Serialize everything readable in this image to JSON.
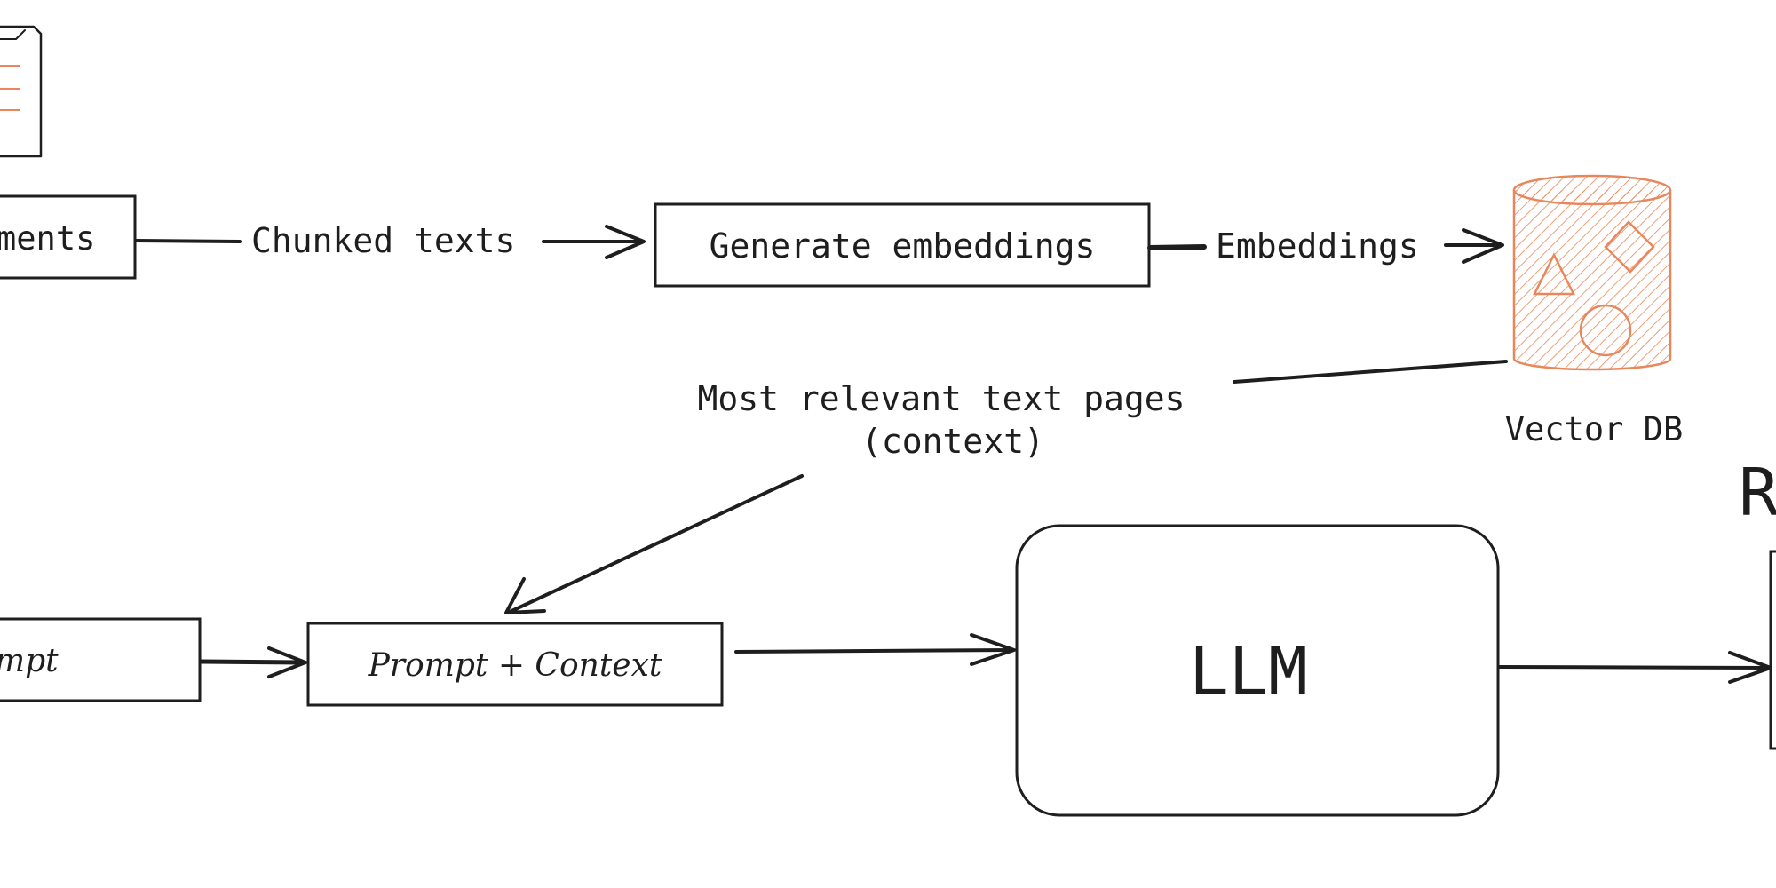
{
  "nodes": {
    "documents_label": "ments",
    "generate_embeddings_label": "Generate embeddings",
    "vector_db_label": "Vector DB",
    "prompt_label": "mpt",
    "prompt_context_label": "Prompt + Context",
    "llm_label": "LLM",
    "response_label": "R"
  },
  "edges": {
    "chunked_texts_label": "Chunked texts",
    "embeddings_label": "Embeddings",
    "context_line1": "Most relevant text pages",
    "context_line2": "(context)"
  },
  "colors": {
    "ink": "#1e1e1e",
    "accent": "#e8875b",
    "background": "#ffffff"
  }
}
